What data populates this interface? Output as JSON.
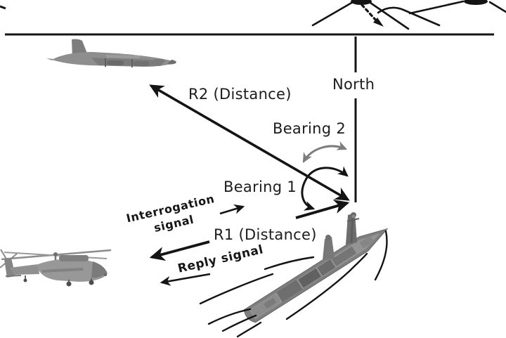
{
  "title": "Ship-to-aircraft bearing and distance measurement diagram",
  "colors": {
    "background": "#ffffff",
    "line": "#141414",
    "bearing2_arc": "#7d7d7d",
    "text": "#1c1c1c",
    "vehicle_gray": "#8f8f8f"
  },
  "labels": {
    "north": "North",
    "bearing1": "Bearing 1",
    "bearing2": "Bearing 2",
    "r1": "R1 (Distance)",
    "r2": "R2 (Distance)",
    "interrogation_line1": "Interrogation",
    "interrogation_line2": "signal",
    "reply": "Reply signal"
  },
  "icons": {
    "airplane": "patrol-aircraft-image",
    "helicopter": "naval-helicopter-image",
    "ship": "warship-image",
    "terrain": "mountain-shoreline-sketch"
  }
}
